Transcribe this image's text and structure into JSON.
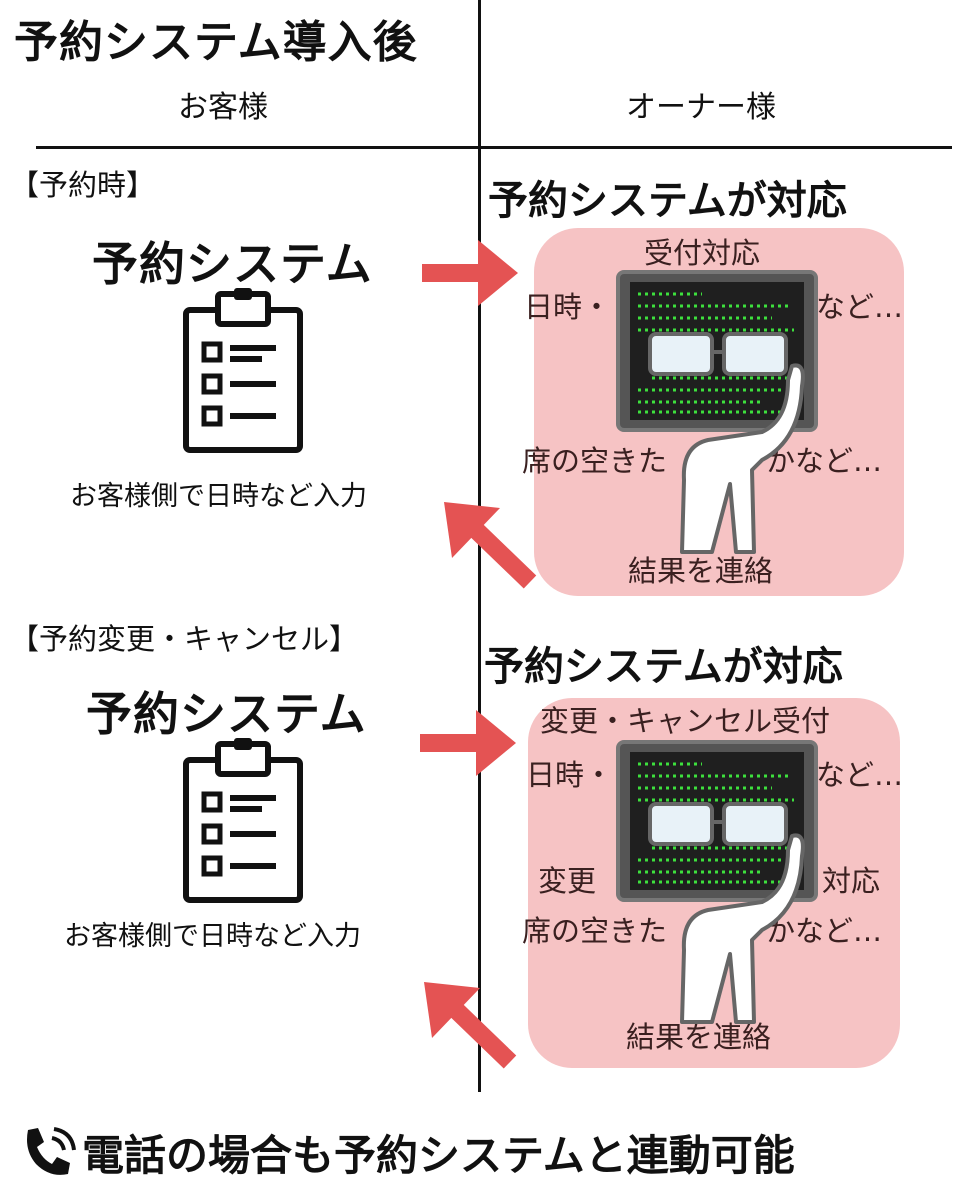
{
  "title": "予約システム導入後",
  "columns": {
    "customer": "お客様",
    "owner": "オーナー様"
  },
  "section1": {
    "label": "【予約時】",
    "system_heading": "予約システム",
    "caption": "お客様側で日時など入力",
    "owner_heading": "予約システムが対応",
    "steps": [
      "受付対応",
      "日時・",
      "など…",
      "席の空きた",
      "かなど…",
      "結果を連絡"
    ]
  },
  "section2": {
    "label": "【予約変更・キャンセル】",
    "system_heading": "予約システム",
    "caption": "お客様側で日時など入力",
    "owner_heading": "予約システムが対応",
    "steps": [
      "変更・キャンセル受付",
      "日時・",
      "など…",
      "変更",
      "対応",
      "席の空きた",
      "かなど…",
      "結果を連絡"
    ]
  },
  "footer": {
    "icon": "phone-icon",
    "text": "電話の場合も予約システムと連動可能"
  },
  "colors": {
    "arrow": "#e45353",
    "panel": "#f6c3c4",
    "screen": "#2b2b2b",
    "code": "#3de03d"
  }
}
